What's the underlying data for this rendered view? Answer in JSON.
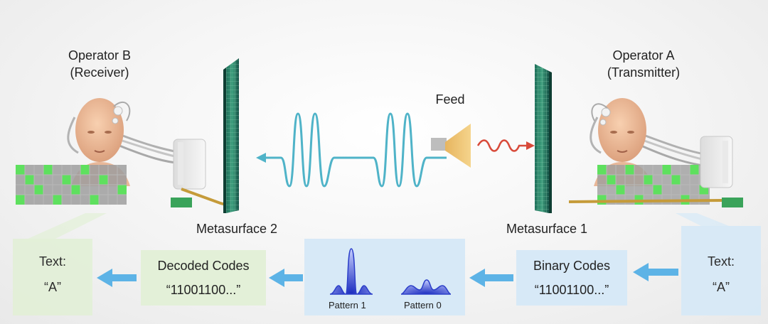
{
  "operator_b": {
    "name": "Operator B",
    "role": "(Receiver)"
  },
  "operator_a": {
    "name": "Operator A",
    "role": "(Transmitter)"
  },
  "feed_label": "Feed",
  "metasurface_2": "Metasurface 2",
  "metasurface_1": "Metasurface 1",
  "flow": {
    "text_out": {
      "title": "Text:",
      "value": "“A”"
    },
    "decoded": {
      "title": "Decoded Codes",
      "value": "“11001100...”"
    },
    "patterns": {
      "p1": "Pattern 1",
      "p0": "Pattern 0"
    },
    "binary": {
      "title": "Binary Codes",
      "value": "“11001100...”"
    },
    "text_in": {
      "title": "Text:",
      "value": "“A”"
    }
  },
  "colors": {
    "wave": "#4fb3c8",
    "red_wave": "#d84a3a",
    "arrow": "#5db3e6",
    "green_box": "#e3f0d8",
    "blue_box": "#d7e9f7",
    "grid_green": "#5ee05e",
    "grid_gray": "#9a9a9a",
    "pattern": "#2c3fc9"
  }
}
